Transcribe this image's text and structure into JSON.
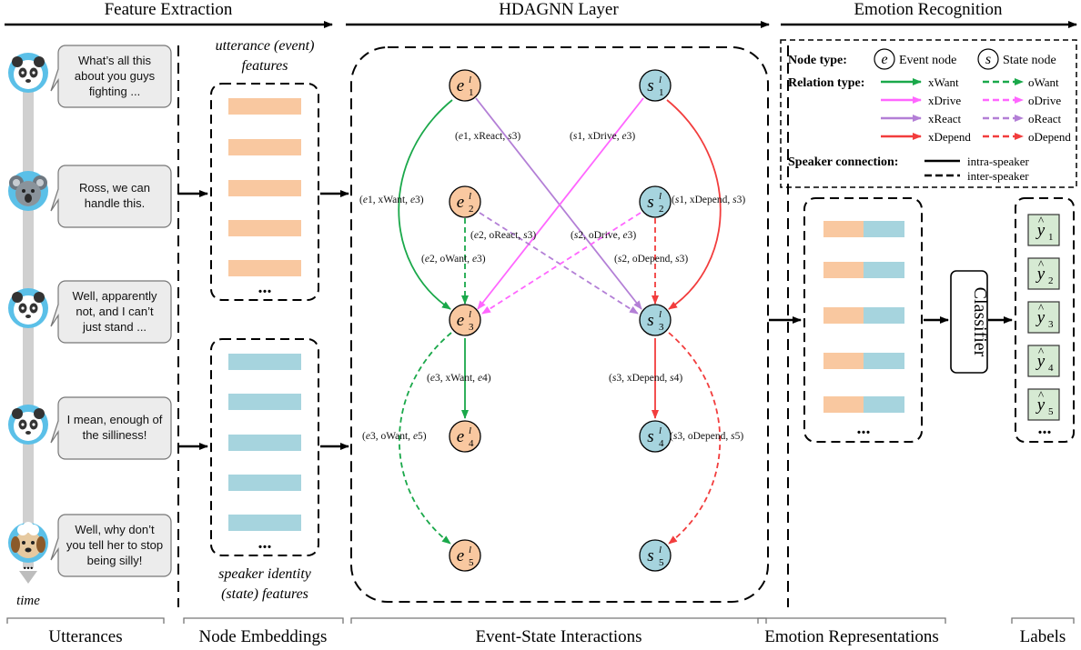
{
  "headers": {
    "feature_extraction": "Feature Extraction",
    "hdagnn_layer": "HDAGNN Layer",
    "emotion_recognition": "Emotion Recognition"
  },
  "footers": {
    "utterances": "Utterances",
    "node_embeddings": "Node Embeddings",
    "interactions": "Event-State Interactions",
    "representations": "Emotion Representations",
    "labels": "Labels"
  },
  "utterances": [
    {
      "lines": [
        "What’s all this",
        "about you guys",
        "fighting ..."
      ],
      "avatar": "panda-avatar"
    },
    {
      "lines": [
        "Ross, we can",
        "handle this."
      ],
      "avatar": "koala-avatar"
    },
    {
      "lines": [
        "Well, apparently",
        "not, and I can’t",
        "just stand ..."
      ],
      "avatar": "panda-avatar"
    },
    {
      "lines": [
        "I mean, enough of",
        "the silliness!"
      ],
      "avatar": "panda-avatar"
    },
    {
      "lines": [
        "Well, why don’t",
        "you tell her to stop",
        "being silly!"
      ],
      "avatar": "dog-avatar"
    }
  ],
  "timeline": {
    "ellipsis": "...",
    "label": "time"
  },
  "embeddings": {
    "utterance_title_1": "utterance (event)",
    "utterance_title_2": "features",
    "speaker_title_1": "speaker identity",
    "speaker_title_2": "(state) features",
    "ellipsis": "..."
  },
  "nodes": {
    "event": [
      "e1",
      "e2",
      "e3",
      "e4",
      "e5"
    ],
    "state": [
      "s1",
      "s2",
      "s3",
      "s4",
      "s5"
    ],
    "superscript": "l"
  },
  "edge_labels": [
    "(e1, xReact, s3)",
    "(s1, xDrive, e3)",
    "(e1, xWant, e3)",
    "(s1, xDepend, s3)",
    "(e2, oReact, s3)",
    "(s2, oDrive, e3)",
    "(e2, oWant, e3)",
    "(s2, oDepend, s3)",
    "(e3, xWant, e4)",
    "(s3, xDepend, s4)",
    "(e3, oWant, e5)",
    "(s3, oDepend, s5)"
  ],
  "legend": {
    "node_type_label": "Node type:",
    "event_node_symbol": "e",
    "event_node_text": "Event node",
    "state_node_symbol": "s",
    "state_node_text": "State node",
    "relation_type_label": "Relation type:",
    "relations": [
      {
        "intra": "xWant",
        "inter": "oWant",
        "color": "#1aa84a"
      },
      {
        "intra": "xDrive",
        "inter": "oDrive",
        "color": "#ff66ff"
      },
      {
        "intra": "xReact",
        "inter": "oReact",
        "color": "#b37fd6"
      },
      {
        "intra": "xDepend",
        "inter": "oDepend",
        "color": "#f23d3d"
      }
    ],
    "speaker_connection_label": "Speaker connection:",
    "intra_speaker": "intra-speaker",
    "inter_speaker": "inter-speaker"
  },
  "classifier": "Classifier",
  "labels": [
    "y1",
    "y2",
    "y3",
    "y4",
    "y5"
  ],
  "ellipsis": "...",
  "colors": {
    "event_fill": "#f9c8a0",
    "state_fill": "#a6d4de",
    "label_box": "#d6ead3",
    "timeline": "#d0d0d0",
    "bubble": "#ececec"
  }
}
